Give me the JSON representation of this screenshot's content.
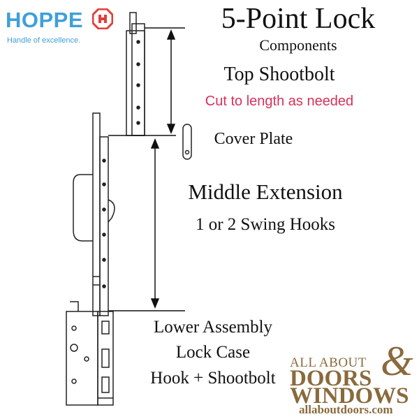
{
  "brand": {
    "name": "HOPPE",
    "tagline": "Handle of excellence.",
    "color": "#3fa0d8",
    "emblem_color": "#e0403a"
  },
  "title": "5-Point Lock",
  "subtitle": "Components",
  "labels": {
    "top_shootbolt": "Top Shootbolt",
    "top_shootbolt_note": "Cut to length as needed",
    "cover_plate": "Cover Plate",
    "middle_extension": "Middle Extension",
    "middle_extension_note": "1 or 2 Swing Hooks",
    "lower_assembly": "Lower Assembly",
    "lock_case": "Lock Case",
    "hook_shootbolt": "Hook + Shootbolt"
  },
  "note_color": "#d8315b",
  "dealer": {
    "line1": "ALL ABOUT",
    "line2": "DOORS",
    "line3": "WINDOWS",
    "ampersand": "&",
    "url": "allaboutdoors.com",
    "color": "#8a6a3c"
  }
}
